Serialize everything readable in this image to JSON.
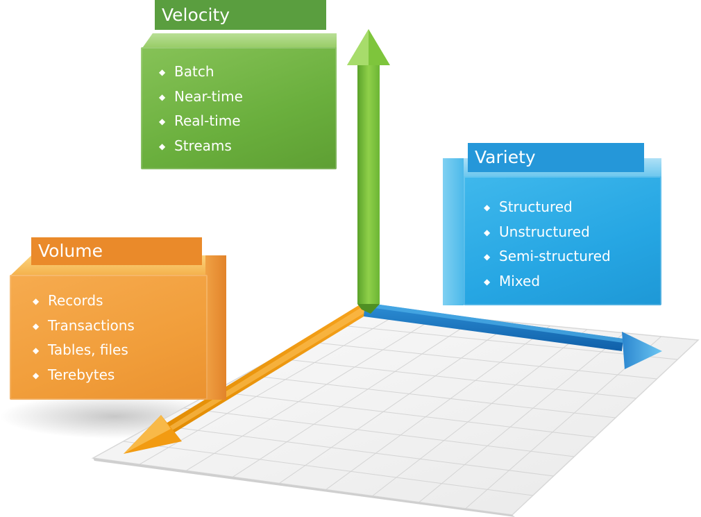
{
  "colors": {
    "velocity": "#6aaf3d",
    "variety": "#26a6e3",
    "volume": "#f19e3b",
    "grid_plane": "#f1f1f1"
  },
  "axes": {
    "velocity": {
      "title": "Velocity",
      "items": [
        "Batch",
        "Near-time",
        "Real-time",
        "Streams"
      ]
    },
    "variety": {
      "title": "Variety",
      "items": [
        "Structured",
        "Unstructured",
        "Semi-structured",
        "Mixed"
      ]
    },
    "volume": {
      "title": "Volume",
      "items": [
        "Records",
        "Transactions",
        "Tables, files",
        "Terebytes"
      ]
    }
  },
  "bullet_char": "◆"
}
